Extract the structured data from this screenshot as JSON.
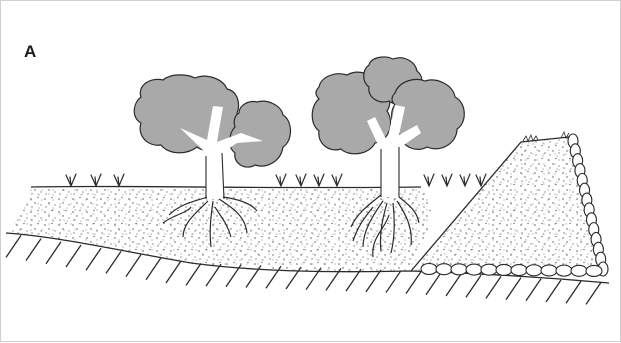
{
  "figure": {
    "panel_label": "A"
  },
  "illustration": {
    "elements": [
      "ground-line",
      "hatched-subsoil",
      "stippled-soil-layer",
      "tree-left",
      "tree-right",
      "grass-tufts",
      "stippled-berm",
      "stone-retaining-wall"
    ],
    "colors": {
      "canopy": "#a9a9a9",
      "outline": "#2b2b2b",
      "trunk": "#ffffff",
      "stipple": "#555555",
      "background": "#ffffff"
    }
  }
}
